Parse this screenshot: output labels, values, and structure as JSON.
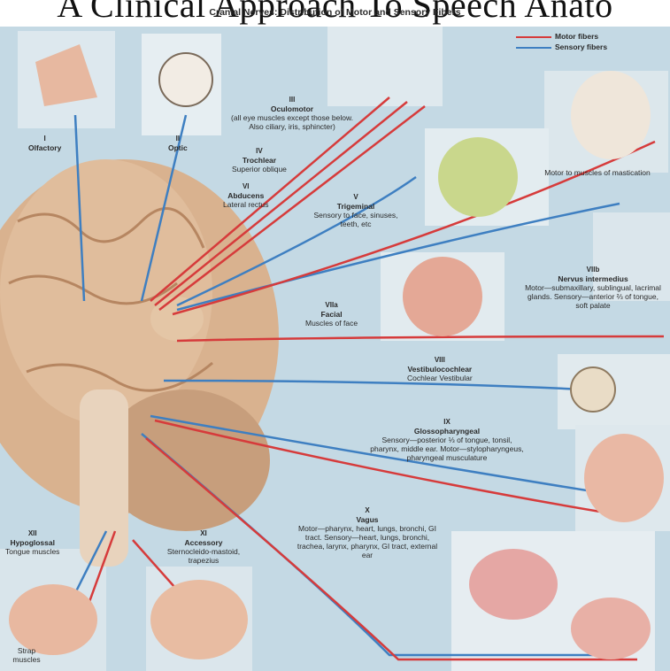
{
  "header": {
    "title": "A Clinical Approach To Speech Anato",
    "subtitle": "Cranial Nerves: Distribution of Motor and Sensory Fibers"
  },
  "legend": {
    "motor": {
      "label": "Motor fibers",
      "color": "#d63b3b"
    },
    "sensory": {
      "label": "Sensory fibers",
      "color": "#3e7fc1"
    }
  },
  "colors": {
    "background": "#c4d9e4",
    "brain": "#d9b28f",
    "brain_shadow": "#b68661",
    "panel": "#eef3f6"
  },
  "nerves": [
    {
      "number": "I",
      "name": "Olfactory",
      "desc": ""
    },
    {
      "number": "II",
      "name": "Optic",
      "desc": ""
    },
    {
      "number": "III",
      "name": "Oculomotor",
      "desc": "(all eye muscles except those below. Also ciliary, iris, sphincter)"
    },
    {
      "number": "IV",
      "name": "Trochlear",
      "desc": "Superior oblique"
    },
    {
      "number": "VI",
      "name": "Abducens",
      "desc": "Lateral rectus"
    },
    {
      "number": "V",
      "name": "Trigeminal",
      "desc": "Sensory to face, sinuses, teeth, etc"
    },
    {
      "number": "VIIa",
      "name": "Facial",
      "desc": "Muscles of face"
    },
    {
      "number": "VIIb",
      "name": "Nervus intermedius",
      "desc": "Motor—submaxillary, sublingual, lacrimal glands. Sensory—anterior ⅔ of tongue, soft palate"
    },
    {
      "number": "VIII",
      "name": "Vestibulocochlear",
      "desc": "Cochlear   Vestibular"
    },
    {
      "number": "IX",
      "name": "Glossopharyngeal",
      "desc": "Sensory—posterior ⅓ of tongue, tonsil, pharynx, middle ear. Motor—stylopharyngeus, pharyngeal musculature"
    },
    {
      "number": "X",
      "name": "Vagus",
      "desc": "Motor—pharynx, heart, lungs, bronchi, GI tract. Sensory—heart, lungs, bronchi, trachea, larynx, pharynx, GI tract, external ear"
    },
    {
      "number": "XI",
      "name": "Accessory",
      "desc": "Sternocleido-mastoid, trapezius"
    },
    {
      "number": "XII",
      "name": "Hypoglossal",
      "desc": "Tongue muscles"
    }
  ],
  "extra_labels": {
    "mastication": "Motor to muscles of mastication",
    "strap": "Strap muscles"
  }
}
